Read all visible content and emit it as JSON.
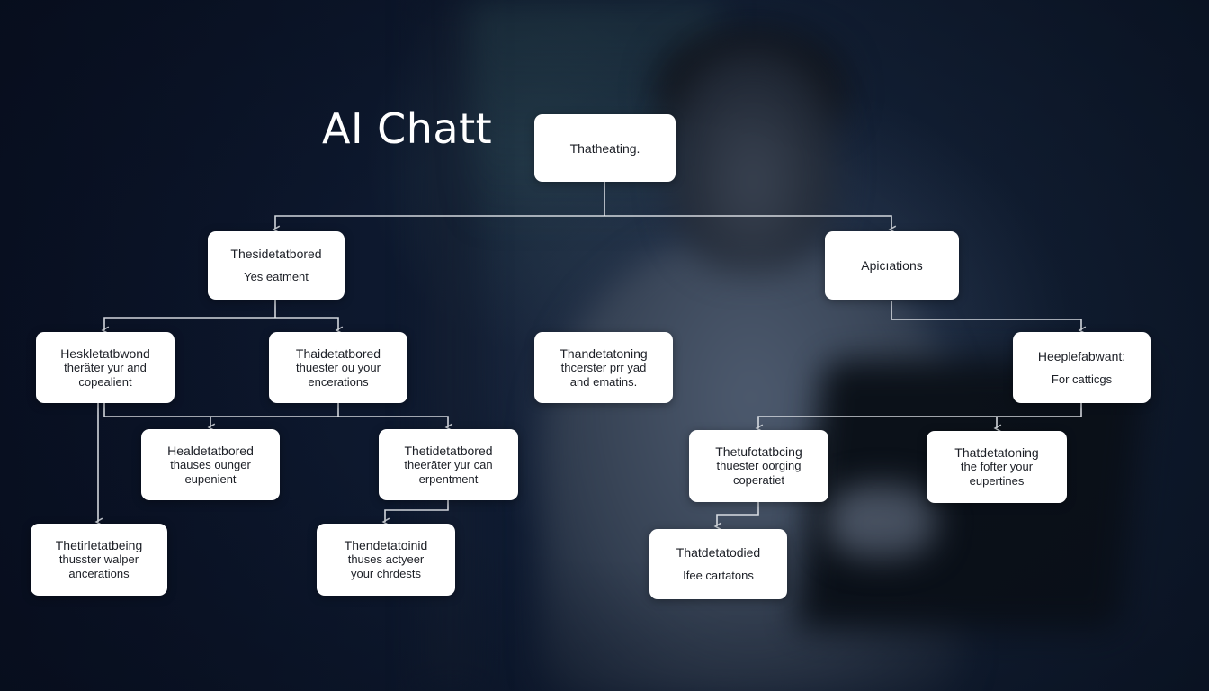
{
  "title": "AI Chatt",
  "nodes": [
    {
      "id": "root",
      "lines": [
        "Thatheating."
      ]
    },
    {
      "id": "l1a",
      "lines": [
        "Thesidetatbored",
        "Yes eatment"
      ]
    },
    {
      "id": "l1b",
      "lines": [
        "Apicıations"
      ]
    },
    {
      "id": "n1",
      "lines": [
        "Heskletatbwond",
        "theräter yur and",
        "copealient"
      ]
    },
    {
      "id": "n2",
      "lines": [
        "Thaidetatbored",
        "thuester ou your",
        "encerations"
      ]
    },
    {
      "id": "n3",
      "lines": [
        "Thandetatoning",
        "thcerster prr yad",
        "and ematins."
      ]
    },
    {
      "id": "n4",
      "lines": [
        "Heeplefabwant:",
        "For catticgs"
      ]
    },
    {
      "id": "n5",
      "lines": [
        "Healdetatbored",
        "thauses ounger",
        "eupenient"
      ]
    },
    {
      "id": "n6",
      "lines": [
        "Thetidetatbored",
        "theeräter yur can",
        "erpentment"
      ]
    },
    {
      "id": "n7",
      "lines": [
        "Thetufotatbcing",
        "thuester oorging",
        "coperatiet"
      ]
    },
    {
      "id": "n8",
      "lines": [
        "Thatdetatoning",
        "the fofter your",
        "eupertines"
      ]
    },
    {
      "id": "n9",
      "lines": [
        "Thetirletatbeing",
        "thusster walper",
        "ancerations"
      ]
    },
    {
      "id": "n10",
      "lines": [
        "Thendetatoinid",
        "thuses actyeer",
        "your chrdests"
      ]
    },
    {
      "id": "n11",
      "lines": [
        "Thatdetatodied",
        "Ifee cartatons"
      ]
    }
  ]
}
